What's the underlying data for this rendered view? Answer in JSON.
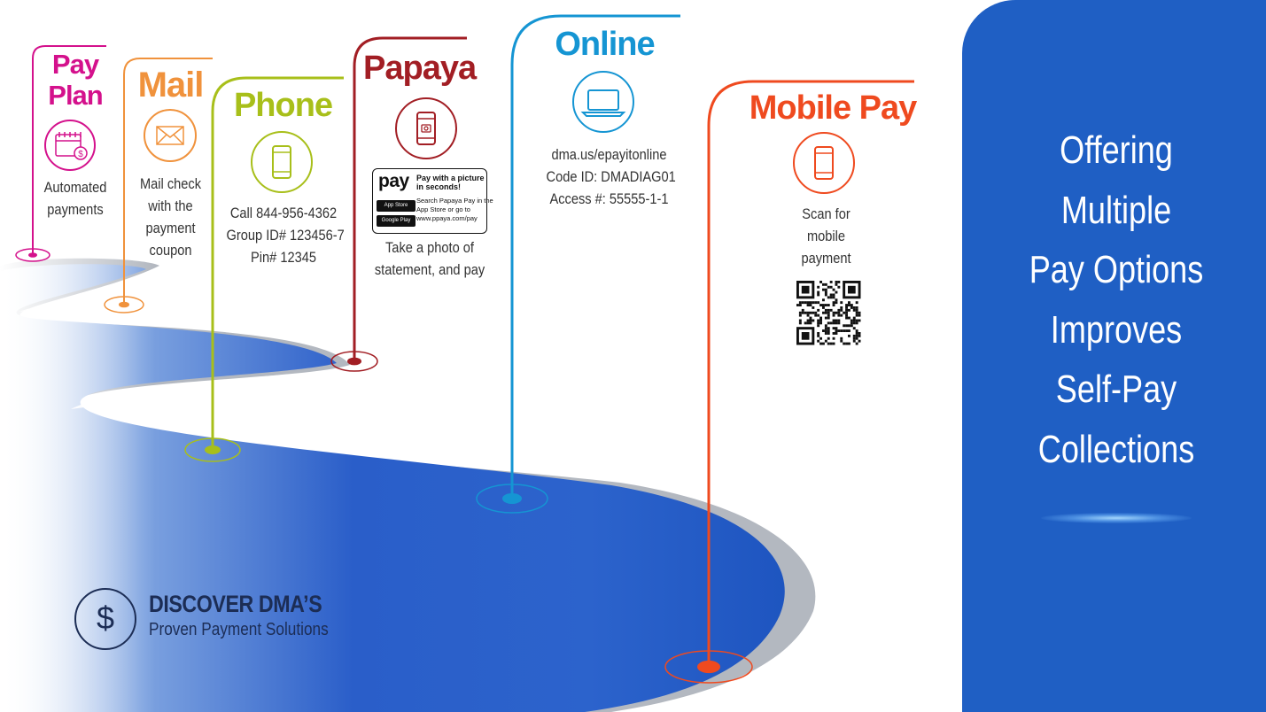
{
  "options": [
    {
      "id": "pay-plan",
      "title_lines": [
        "Pay",
        "Plan"
      ],
      "desc_lines": [
        "Automated",
        "payments"
      ],
      "color": "#d4118c",
      "icon": "calendar-dollar-icon"
    },
    {
      "id": "mail",
      "title_lines": [
        "Mail"
      ],
      "desc_lines": [
        "Mail check",
        "with the",
        "payment",
        "coupon"
      ],
      "color": "#f0923c",
      "icon": "envelope-icon"
    },
    {
      "id": "phone",
      "title_lines": [
        "Phone"
      ],
      "desc_lines": [
        "Call 844-956-4362",
        "Group ID# 123456-7",
        "Pin# 12345"
      ],
      "color": "#a8bf1a",
      "icon": "smartphone-icon"
    },
    {
      "id": "papaya",
      "title_lines": [
        "Papaya"
      ],
      "desc_lines": [
        "Take a photo of",
        "statement, and pay"
      ],
      "color": "#a21e24",
      "icon": "phone-camera-icon"
    },
    {
      "id": "online",
      "title_lines": [
        "Online"
      ],
      "desc_lines": [
        "dma.us/epayitonline",
        "Code ID: DMADIAG01",
        "Access #: 55555-1-1"
      ],
      "color": "#1595d3",
      "icon": "laptop-icon"
    },
    {
      "id": "mobile-pay",
      "title_lines": [
        "Mobile Pay"
      ],
      "desc_lines": [
        "Scan for",
        "mobile",
        "payment"
      ],
      "color": "#ef4a1f",
      "icon": "mobile-phone-icon"
    }
  ],
  "papaya_badge": {
    "brand": "pay",
    "headline_lines": [
      "Pay with a picture",
      "in seconds!"
    ],
    "search_lines": [
      "Search Papaya Pay in the",
      "App Store or go to"
    ],
    "url": "www.ppaya.com/pay",
    "app_store": "App Store",
    "google_play": "Google Play"
  },
  "panel": {
    "lines": [
      "Offering",
      "Multiple",
      "Pay Options",
      "Improves",
      "Self-Pay",
      "Collections"
    ],
    "color": "#1f5fc4"
  },
  "logo": {
    "symbol": "$",
    "title": "DISCOVER DMA’S",
    "subtitle": "Proven Payment Solutions",
    "color": "#1c2d55"
  },
  "qr": {
    "label": "mobile payment QR code"
  }
}
